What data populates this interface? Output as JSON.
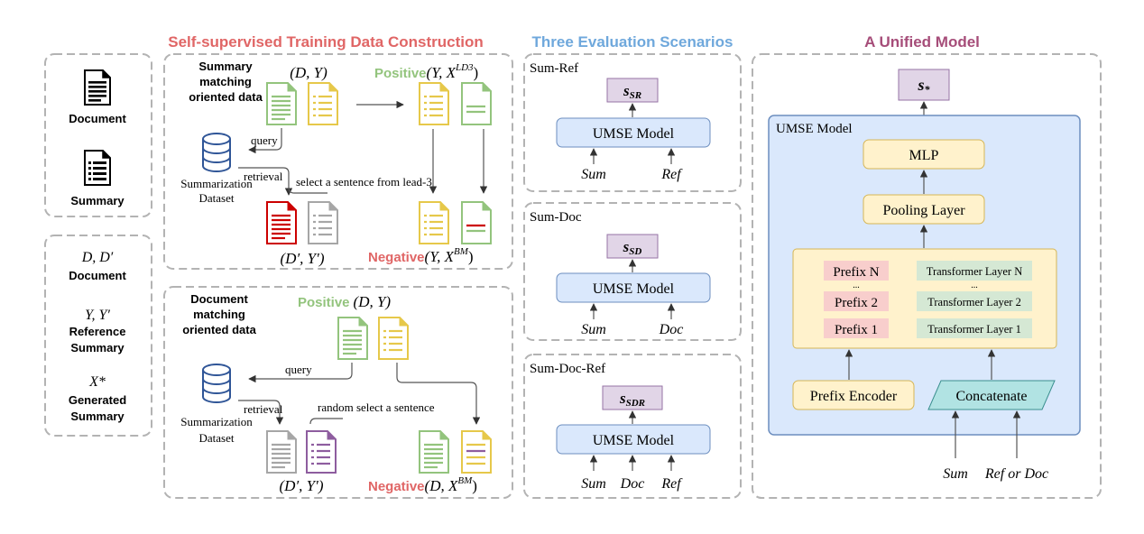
{
  "colors": {
    "construction": "#e06666",
    "scenarios": "#6fa8dc",
    "unified": "#a64d79",
    "positive": "#93c47d",
    "negative": "#e06666",
    "model_fill": "#dae8fc",
    "score_fill": "#e1d5e7",
    "layer_fill": "#fff2cc",
    "prefix_fill": "#f8cecc",
    "transformer_fill": "#d5e8d4",
    "concat_fill": "#b1e3e3"
  },
  "headers": {
    "construction": "Self-supervised Training Data Construction",
    "scenarios": "Three Evaluation Scenarios",
    "unified": "A Unified Model"
  },
  "legend": {
    "document": "Document",
    "summary": "Summary",
    "dd_math": "D, D′",
    "dd_label": "Document",
    "yy_math": "Y, Y′",
    "yy_label1": "Reference",
    "yy_label2": "Summary",
    "x_math": "X*",
    "x_label1": "Generated",
    "x_label2": "Summary"
  },
  "summary_panel": {
    "title1": "Summary",
    "title2": "matching",
    "title3": "oriented data",
    "pair_dy": "(D, Y)",
    "positive_label": "Positive",
    "positive_math": "(Y, X",
    "positive_sup": "LD3",
    "query": "query",
    "retrieval": "retrieval",
    "dataset1": "Summarization",
    "dataset2": "Dataset",
    "select_text": "select a sentence from lead-3",
    "pair_dpyp": "(D′, Y′)",
    "negative_label": "Negative",
    "negative_math": "(Y, X",
    "negative_sup": "BM"
  },
  "document_panel": {
    "title1": "Document",
    "title2": "matching",
    "title3": "oriented data",
    "positive_label": "Positive",
    "positive_math": "(D, Y)",
    "query": "query",
    "retrieval": "retrieval",
    "dataset1": "Summarization",
    "dataset2": "Dataset",
    "select_text": "random select a sentence",
    "pair_dpyp": "(D′, Y′)",
    "negative_label": "Negative",
    "negative_math": "(D, X",
    "negative_sup": "BM"
  },
  "scenarios": [
    {
      "title": "Sum-Ref",
      "score": "s",
      "score_sub": "SR",
      "model": "UMSE Model",
      "inputs": [
        "Sum",
        "Ref"
      ]
    },
    {
      "title": "Sum-Doc",
      "score": "s",
      "score_sub": "SD",
      "model": "UMSE Model",
      "inputs": [
        "Sum",
        "Doc"
      ]
    },
    {
      "title": "Sum-Doc-Ref",
      "score": "s",
      "score_sub": "SDR",
      "model": "UMSE Model",
      "inputs": [
        "Sum",
        "Doc",
        "Ref"
      ]
    }
  ],
  "unified": {
    "score": "s",
    "score_sub": "*",
    "container_label": "UMSE Model",
    "mlp": "MLP",
    "pooling": "Pooling Layer",
    "prefixes": [
      "Prefix N",
      "Prefix 2",
      "Prefix 1"
    ],
    "transformers": [
      "Transformer Layer N",
      "Transformer Layer 2",
      "Transformer Layer 1"
    ],
    "ellipsis": "...",
    "prefix_encoder": "Prefix Encoder",
    "concatenate": "Concatenate",
    "input_sum": "Sum",
    "input_ref_doc": "Ref or Doc"
  }
}
